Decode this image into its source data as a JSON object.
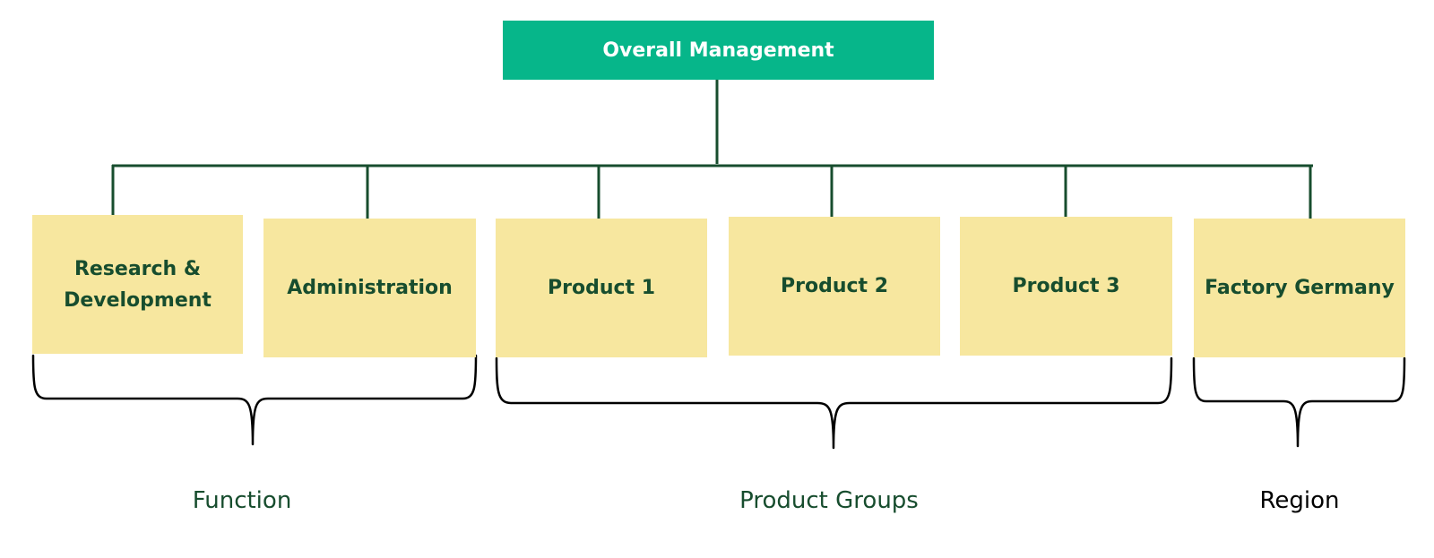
{
  "colors": {
    "top_fill": "#06b68a",
    "top_text": "#ffffff",
    "unit_fill": "#f7e79f",
    "unit_text": "#174d2e",
    "connector": "#174d2e",
    "brace": "#000000",
    "label_green": "#174d2e",
    "label_black": "#000000"
  },
  "top": {
    "label": "Overall Management"
  },
  "units": [
    {
      "label": "Research &\nDevelopment"
    },
    {
      "label": "Administration"
    },
    {
      "label": "Product 1"
    },
    {
      "label": "Product 2"
    },
    {
      "label": "Product 3"
    },
    {
      "label": "Factory Germany"
    }
  ],
  "groups": [
    {
      "label": "Function",
      "color": "#174d2e"
    },
    {
      "label": "Product Groups",
      "color": "#174d2e"
    },
    {
      "label": "Region",
      "color": "#000000"
    }
  ]
}
